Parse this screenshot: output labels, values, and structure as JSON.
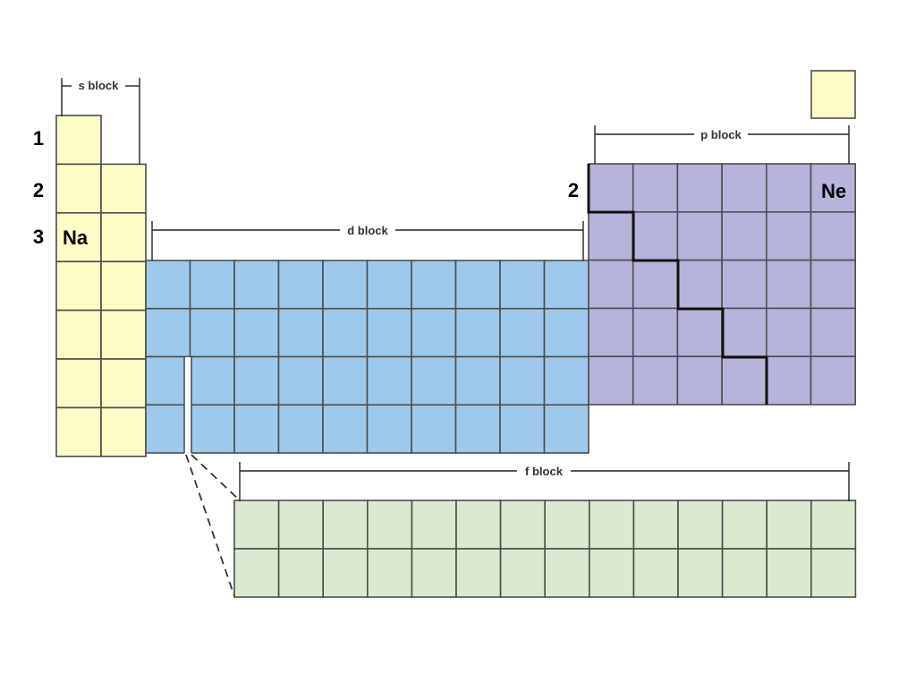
{
  "colors": {
    "s_block": "#fffbc7",
    "d_block": "#9fc9ec",
    "p_block": "#b6b4da",
    "f_block": "#d9ead0",
    "grid_line": "#4d4d4d"
  },
  "labels": {
    "s_block": "s block",
    "d_block": "d block",
    "p_block": "p block",
    "f_block": "f block"
  },
  "row_numbers": [
    "1",
    "2",
    "3"
  ],
  "p_row_number": "2",
  "elements": {
    "sodium": "Na",
    "neon": "Ne"
  }
}
